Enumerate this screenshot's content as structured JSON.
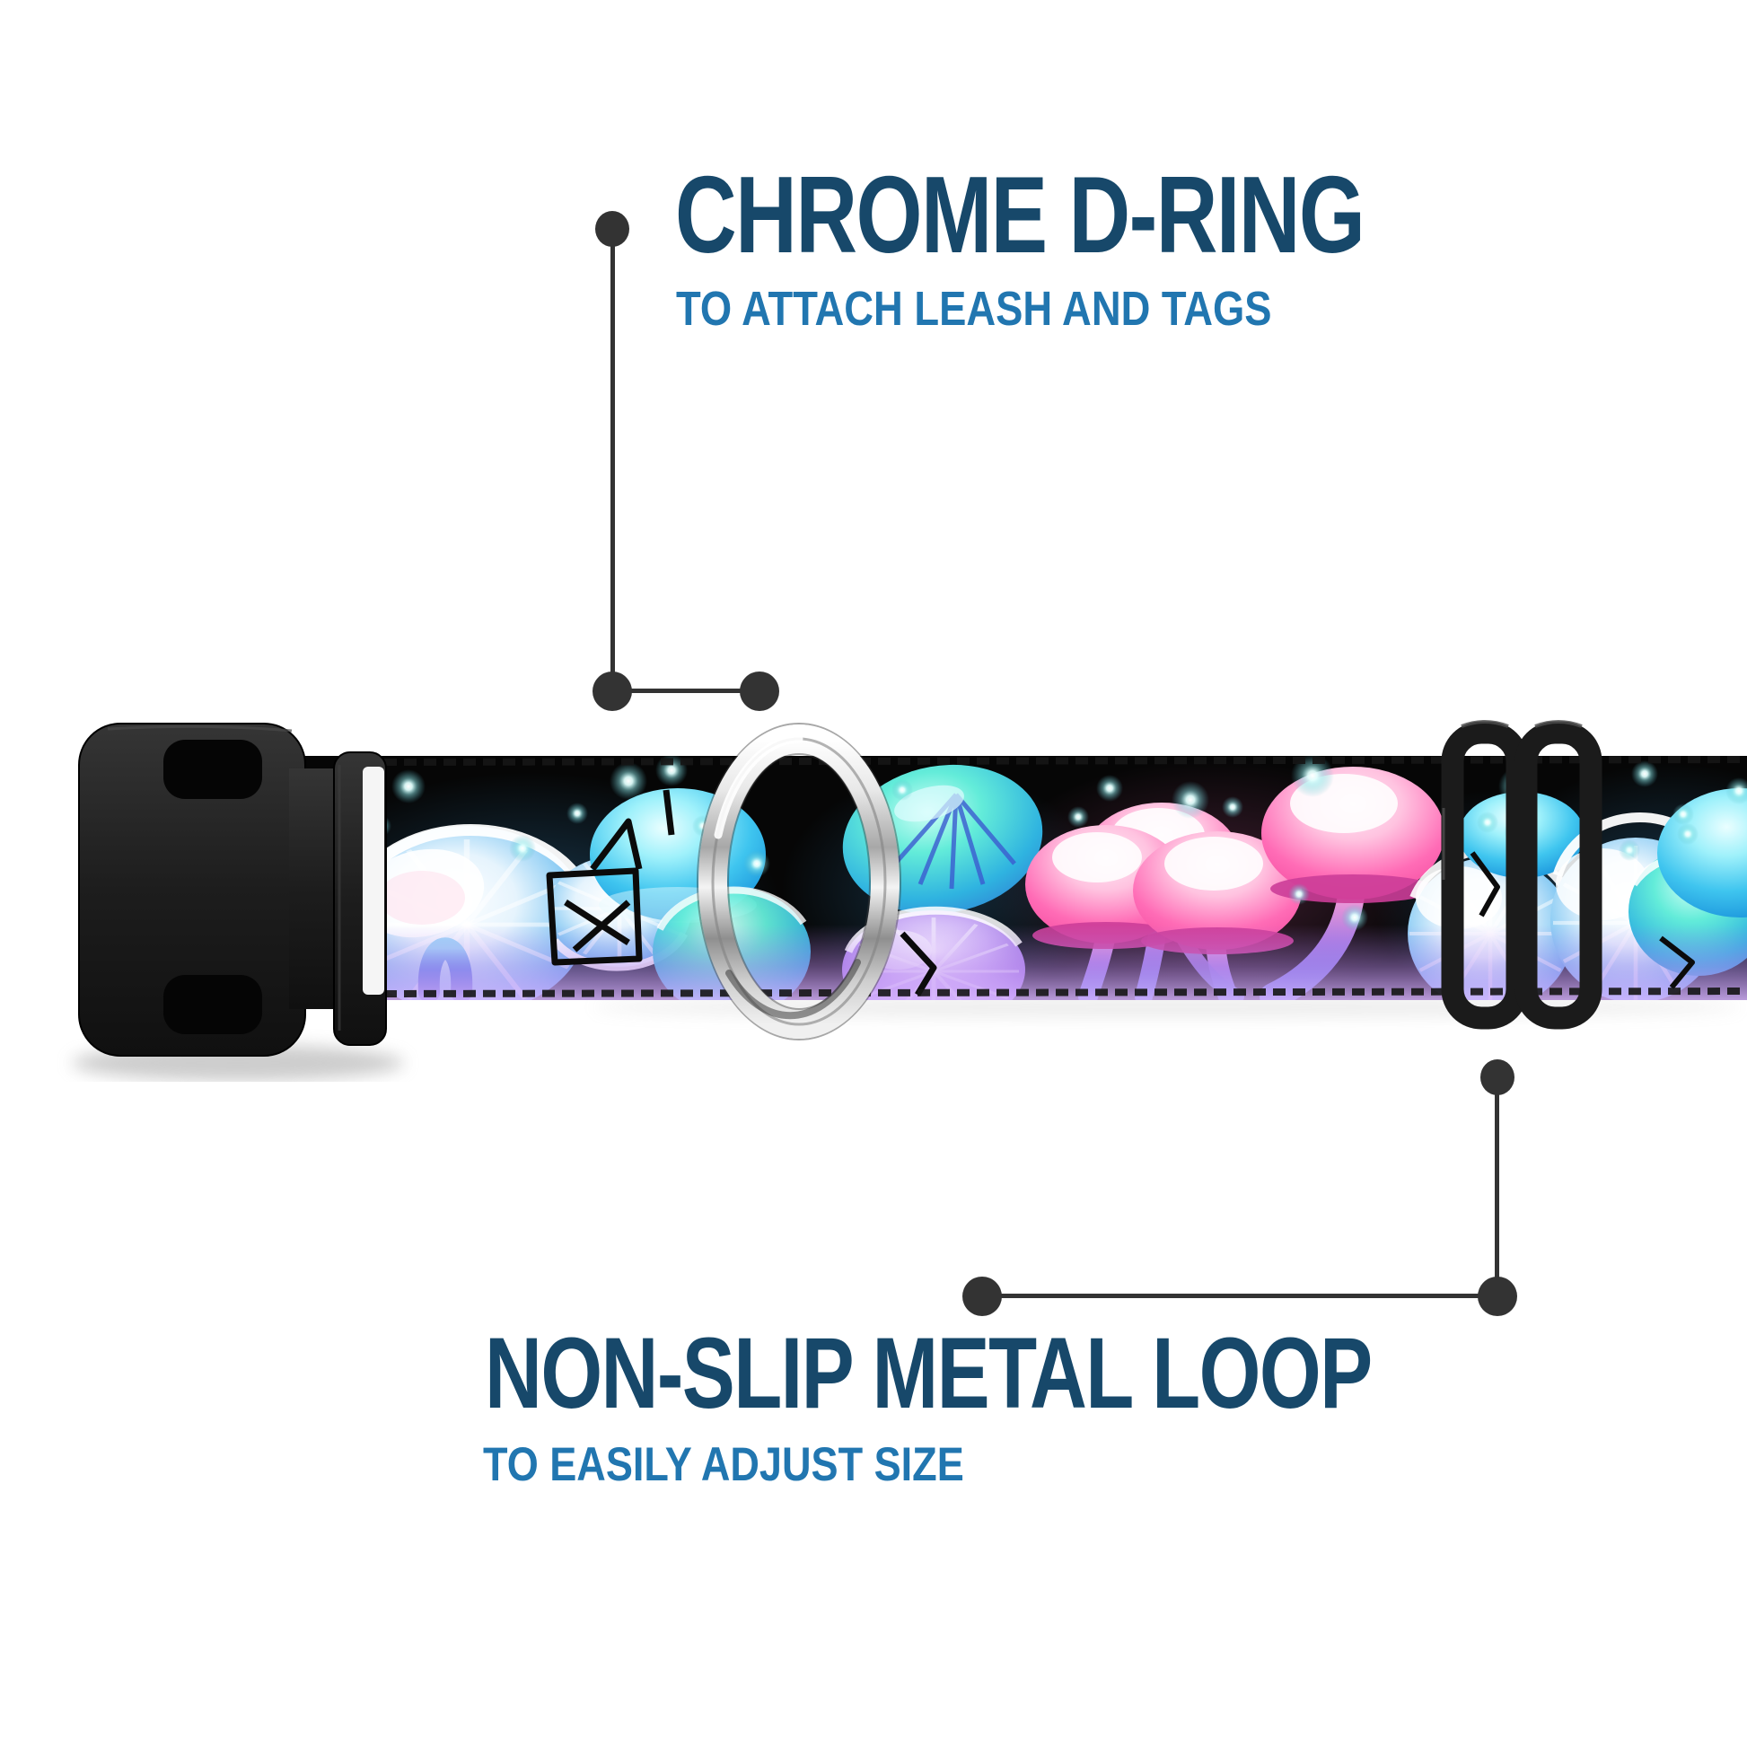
{
  "callouts": {
    "dring": {
      "title": "CHROME D-RING",
      "subtitle": "TO ATTACH LEASH AND TAGS"
    },
    "loop": {
      "title": "NON-SLIP METAL LOOP",
      "subtitle": "TO EASILY ADJUST SIZE"
    }
  },
  "colors": {
    "background": "#ffffff",
    "title_navy": "#17486a",
    "subtitle_blue": "#2176b0",
    "callout_line": "#333333",
    "webbing_black": "#060606",
    "hardware_black": "#1f1f1f",
    "chrome_silver": "#d9d9d9",
    "mushroom_cyan": "#3fc5ef",
    "mushroom_blue": "#2f8ce0",
    "mushroom_pink": "#ff5fae",
    "mushroom_purple": "#9a6fe0",
    "glow_teal": "#8ce4e6"
  },
  "product": {
    "parts": [
      {
        "name": "side-release-buckle",
        "icon": "buckle-icon"
      },
      {
        "name": "mushroom-print-webbing",
        "icon": "webbing-icon"
      },
      {
        "name": "chrome-d-ring",
        "icon": "d-ring-icon"
      },
      {
        "name": "non-slip-metal-loop",
        "icon": "slider-loop-icon"
      }
    ]
  }
}
